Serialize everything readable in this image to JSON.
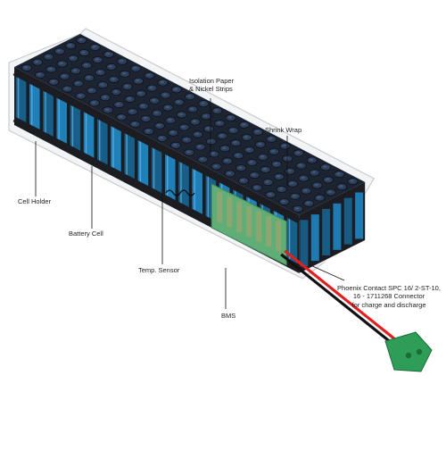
{
  "labels": {
    "isolation_line1": "Isolation Paper",
    "isolation_line2": "& Nickel Strips",
    "shrink_wrap": "Shrink Wrap",
    "cell_holder": "Cell Holder",
    "battery_cell": "Battery Cell",
    "temp_sensor": "Temp. Sensor",
    "bms": "BMS",
    "connector_line1": "Phoenix Contact SPC 16/ 2-ST-10,",
    "connector_line2": "16 - 1711268 Connector",
    "connector_line3": "for charge and discharge"
  },
  "colors": {
    "cell_blue": "#1f7fb8",
    "cell_blue_dark": "#175e89",
    "holder_black": "#1b1d22",
    "top_cap": "#2c3f5b",
    "bms_green": "#5fae78",
    "wire_red": "#e02020",
    "wire_black": "#111111",
    "connector_green": "#2e9d57",
    "wrap_outline": "#c8ccd2"
  }
}
